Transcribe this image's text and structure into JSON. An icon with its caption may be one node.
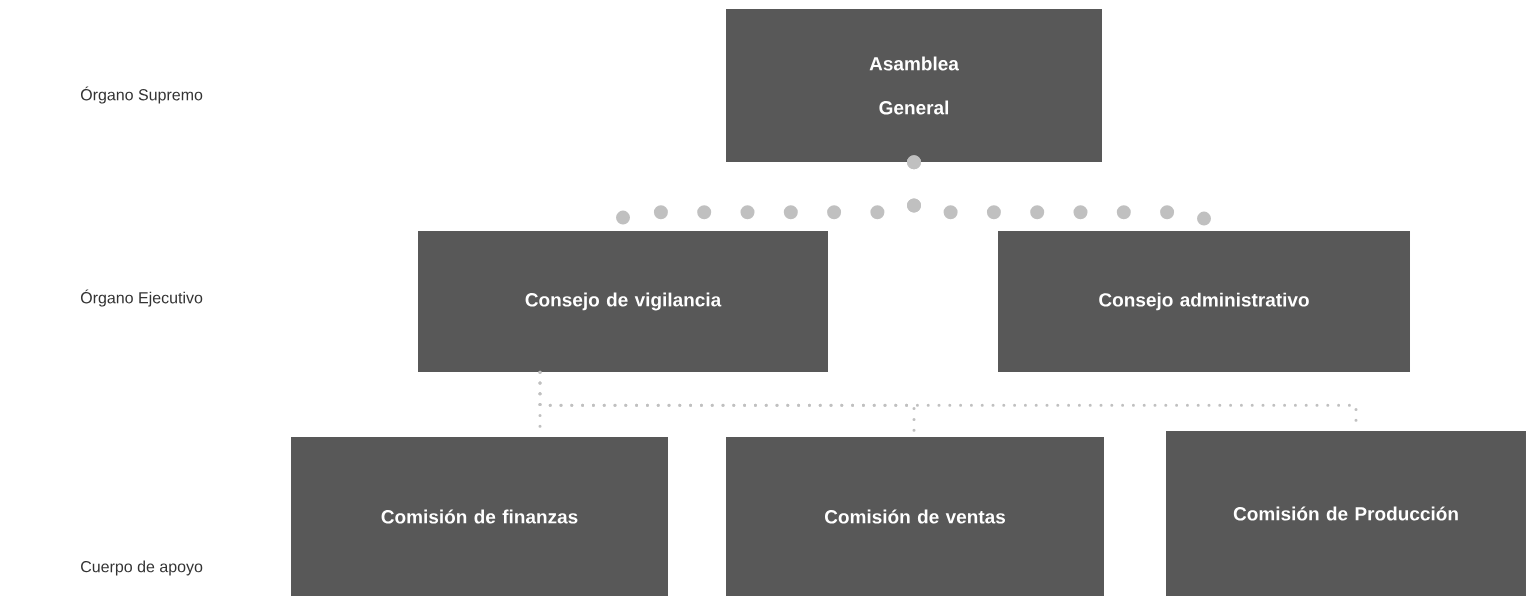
{
  "diagram": {
    "nodes": [
      {
        "text": [
          "Asamblea General"
        ]
      },
      {
        "text": [
          "Consejo de vigilancia"
        ]
      },
      {
        "text": [
          "Consejo administrativo"
        ]
      },
      {
        "text": [
          "Comisión de finanzas"
        ]
      },
      {
        "text": [
          "Comisión de ventas"
        ]
      },
      {
        "text": [
          "Comisión de Producción"
        ]
      }
    ],
    "edges": [
      {
        "from": 0,
        "to": 1,
        "arrow": "none"
      },
      {
        "from": 0,
        "to": 2,
        "arrow": "none"
      },
      {
        "from": 1,
        "to": 3,
        "arrow": "none"
      },
      {
        "from": 1,
        "to": 4,
        "arrow": "none"
      },
      {
        "from": 1,
        "to": 5,
        "arrow": "none"
      }
    ],
    "labels": [
      "Órgano Supremo",
      "Órgano Ejecutivo",
      "Cuerpo de apoyo"
    ]
  }
}
